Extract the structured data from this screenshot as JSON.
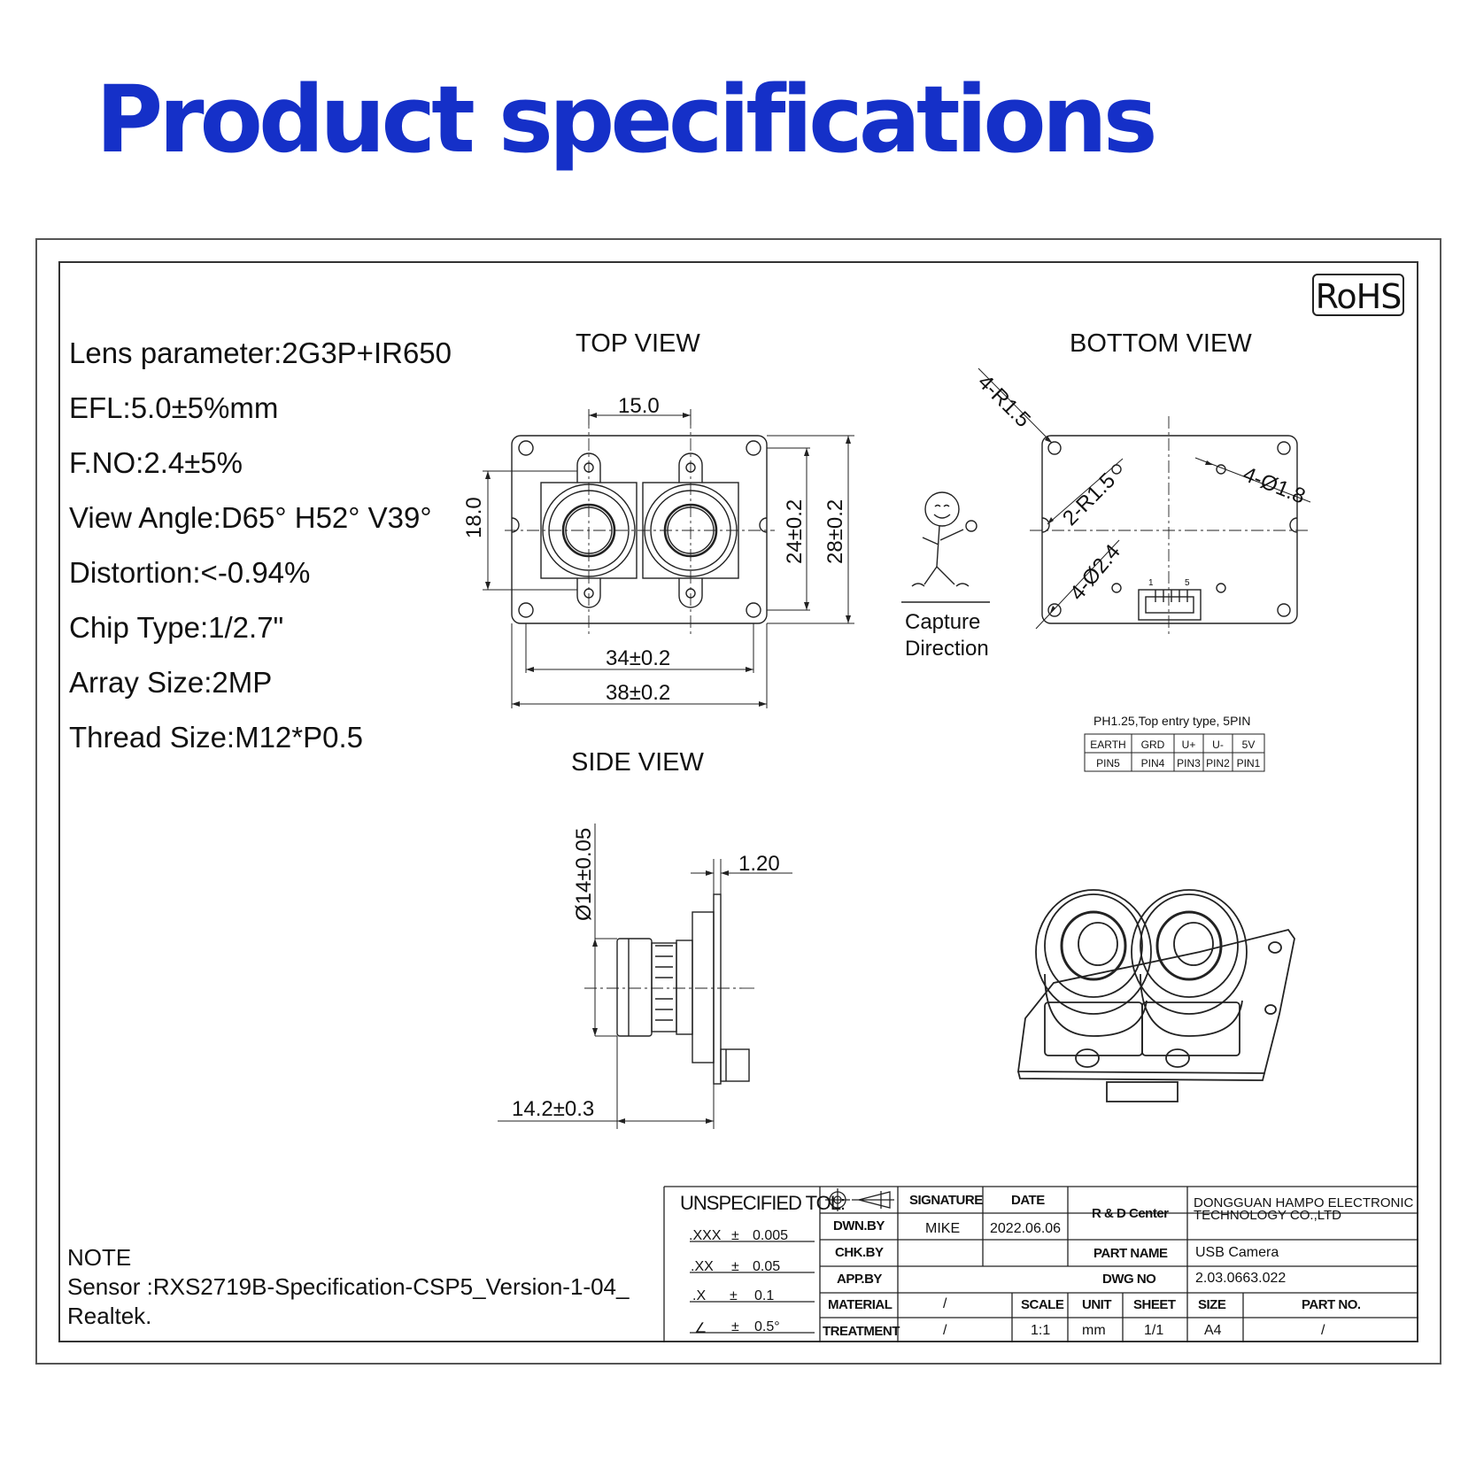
{
  "title": "Product specifications",
  "rohs": "RoHS",
  "specs": [
    "Lens parameter:2G3P+IR650",
    "EFL:5.0±5%mm",
    "F.NO:2.4±5%",
    "View Angle:D65° H52° V39°",
    "Distortion:<-0.94%",
    "Chip Type:1/2.7\"",
    "Array Size:2MP",
    "Thread Size:M12*P0.5"
  ],
  "views": {
    "top": "TOP VIEW",
    "bottom": "BOTTOM VIEW",
    "side": "SIDE VIEW"
  },
  "top_dims": {
    "d15": "15.0",
    "d18": "18.0",
    "d24": "24±0.2",
    "d28": "28±0.2",
    "d34": "34±0.2",
    "d38": "38±0.2"
  },
  "bottom_dims": {
    "r15": "4-R1.5",
    "r2": "2-R1.5",
    "d18": "4-Ø1.8",
    "d24": "4-Ø2.4",
    "pin1": "1",
    "pin5": "5"
  },
  "capture": [
    "Capture",
    "Direction"
  ],
  "connector": {
    "caption": "PH1.25,Top entry type, 5PIN",
    "row1": [
      "EARTH",
      "GRD",
      "U+",
      "U-",
      "5V"
    ],
    "row2": [
      "PIN5",
      "PIN4",
      "PIN3",
      "PIN2",
      "PIN1"
    ]
  },
  "side_dims": {
    "dia": "Ø14±0.05",
    "t": "1.20",
    "len": "14.2±0.3"
  },
  "note": {
    "label": "NOTE",
    "line1": "Sensor :RXS2719B-Specification-CSP5_Version-1-04_",
    "line2": "Realtek."
  },
  "tolerance": {
    "label": "UNSPECIFIED TOL:",
    "rows": [
      {
        "k": ".XXX",
        "pm": "±",
        "v": "0.005"
      },
      {
        "k": ".XX",
        "pm": "±",
        "v": "0.05"
      },
      {
        "k": ".X",
        "pm": "±",
        "v": "0.1"
      },
      {
        "k": "∠",
        "pm": "±",
        "v": "0.5°"
      }
    ]
  },
  "title_block": {
    "signature": "SIGNATURE",
    "date": "DATE",
    "rd": "R & D Center",
    "company1": "DONGGUAN HAMPO ELECTRONIC",
    "company2": "TECHNOLOGY CO.,LTD",
    "dwn_by": "DWN.BY",
    "dwn_name": "MIKE",
    "dwn_date": "2022.06.06",
    "chk_by": "CHK.BY",
    "app_by": "APP.BY",
    "part_name_label": "PART NAME",
    "part_name": "USB  Camera",
    "dwg_no_label": "DWG NO",
    "dwg_no": "2.03.0663.022",
    "material": "MATERIAL",
    "material_val": "/",
    "treatment": "TREATMENT",
    "treatment_val": "/",
    "scale": "SCALE",
    "scale_val": "1:1",
    "unit": "UNIT",
    "unit_val": "mm",
    "sheet": "SHEET",
    "sheet_val": "1/1",
    "size": "SIZE",
    "size_val": "A4",
    "part_no": "PART NO.",
    "part_no_val": "/"
  }
}
